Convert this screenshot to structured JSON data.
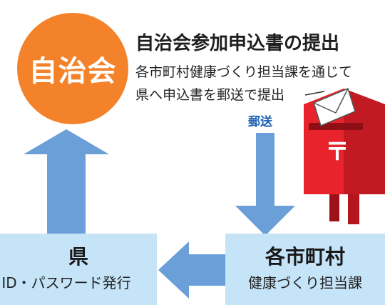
{
  "circle": {
    "label": "自治会"
  },
  "heading": {
    "title": "自治会参加申込書の提出",
    "line1": "各市町村健康づくり担当課を通じて",
    "line2": "県へ申込書を郵送で提出"
  },
  "flow": {
    "mail_label": "郵送"
  },
  "boxes": {
    "prefecture": {
      "title": "県",
      "sub": "ID・パスワード発行"
    },
    "municipality": {
      "title": "各市町村",
      "sub": "健康づくり担当課"
    }
  },
  "colors": {
    "circle": "#f3822a",
    "arrow": "#6a9fd8",
    "box": "#c5e4f8",
    "postbox": "#e8232b",
    "mail_label": "#1a5fb4"
  },
  "icons": [
    "postbox-icon",
    "envelope-icon"
  ]
}
